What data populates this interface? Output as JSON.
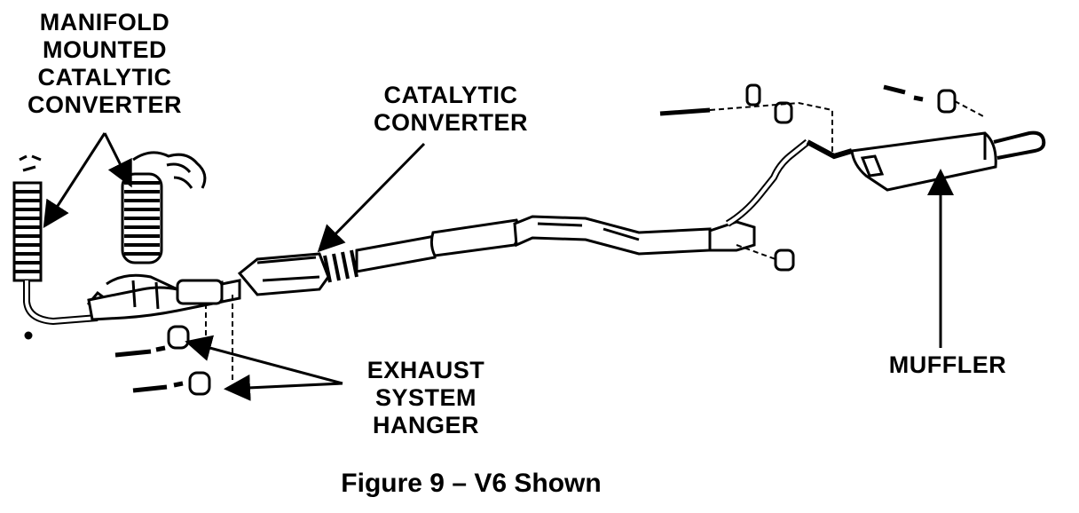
{
  "labels": {
    "manifold_converter": [
      "MANIFOLD",
      "MOUNTED",
      "CATALYTIC",
      "CONVERTER"
    ],
    "catalytic_converter": [
      "CATALYTIC",
      "CONVERTER"
    ],
    "exhaust_hanger": [
      "EXHAUST",
      "SYSTEM",
      "HANGER"
    ],
    "muffler": [
      "MUFFLER"
    ]
  },
  "caption": "Figure 9 – V6 Shown"
}
